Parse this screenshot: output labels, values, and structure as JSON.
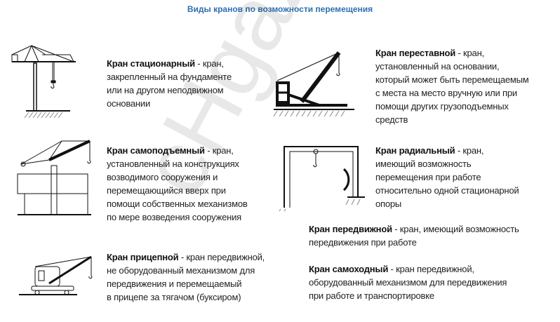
{
  "title": "Виды кранов по возможности перемещения",
  "watermark": "cHgaz.ru",
  "cranes": [
    {
      "name": "Кран стационарный",
      "lines": [
        " - кран,",
        "закрепленный на фундаменте",
        "или на другом неподвижном",
        "основании"
      ]
    },
    {
      "name": "Кран переставной",
      "lines": [
        " - кран,",
        "установленный на основании,",
        "который может быть перемещаемым",
        "с места на место вручную или при",
        "помощи других грузоподъемных",
        "средств"
      ]
    },
    {
      "name": "Кран самоподъемный",
      "lines": [
        " - кран,",
        "установленный на конструкциях",
        "возводимого сооружения и",
        "перемещающийся вверх при",
        "помощи собственных механизмов",
        "по мере возведения сооружения"
      ]
    },
    {
      "name": "Кран радиальный",
      "lines": [
        " - кран,",
        "имеющий возможность",
        "перемещения при работе",
        "относительно одной стационарной",
        "опоры"
      ]
    },
    {
      "name": "Кран передвижной",
      "lines": [
        " - кран, имеющий возможность",
        "передвижения при работе"
      ]
    },
    {
      "name": "Кран самоходный",
      "lines": [
        " - кран передвижной,",
        "оборудованный механизмом для передвижения",
        "при работе и транспортировке"
      ]
    },
    {
      "name": "Кран прицепной",
      "lines": [
        " - кран передвижной,",
        "не оборудованный механизмом для",
        "передвижения и перемещаемый",
        "в прицепе за тягачом (буксиром)"
      ]
    }
  ]
}
